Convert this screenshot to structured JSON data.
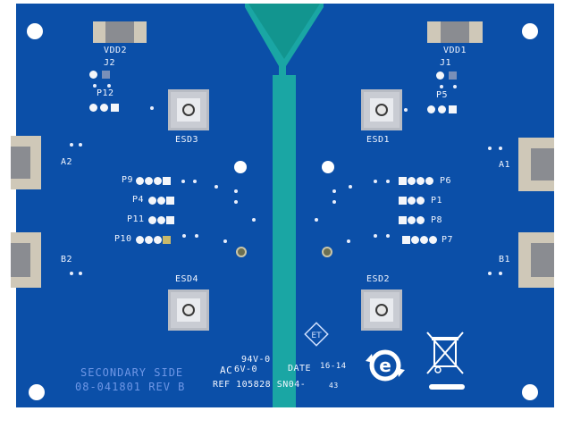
{
  "board": {
    "colors": {
      "board": "#0b4fa8",
      "channel": "#1aa6a4",
      "silkscreen": "#f2f6ff",
      "pad": "#c9ccd3",
      "bottom_text": "#6f97e6"
    },
    "connectors": {
      "vdd2": "VDD2",
      "vdd1": "VDD1",
      "a2": "A2",
      "a1": "A1",
      "b2": "B2",
      "b1": "B1"
    },
    "headers": {
      "j2": "J2",
      "j1": "J1",
      "p12": "P12",
      "p5": "P5"
    },
    "esd": {
      "esd3": "ESD3",
      "esd1": "ESD1",
      "esd4": "ESD4",
      "esd2": "ESD2"
    },
    "probe_labels_left": [
      "P9",
      "P4",
      "P11",
      "P10"
    ],
    "probe_labels_right": [
      "P6",
      "P1",
      "P8",
      "P7"
    ],
    "marking": {
      "side_line1": "SECONDARY SIDE",
      "side_line2": "08-041801 REV B",
      "flam_top": "94V-0",
      "flam_mid": "AC",
      "flam_mid2": "6V-0",
      "date_label": "DATE",
      "date_value": "16-14",
      "ref": "REF 105828 SN04-",
      "sn_suffix": "43",
      "et_logo": "ET",
      "e_logo": "e"
    },
    "icons": [
      "recycle-e-icon",
      "weee-bin-icon",
      "et-logo-icon"
    ]
  }
}
